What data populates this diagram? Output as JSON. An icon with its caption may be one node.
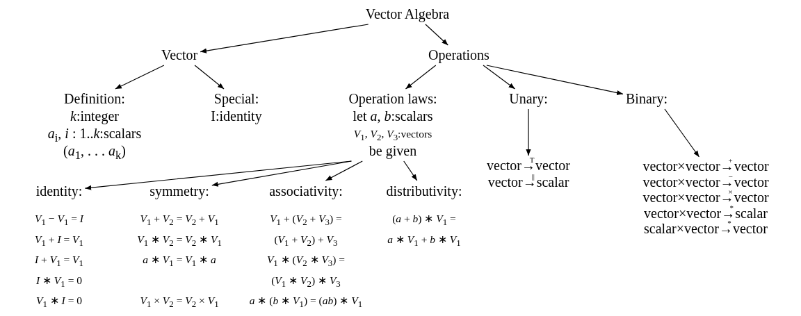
{
  "diagram": {
    "nodes": [
      {
        "text": [
          "Vector Algebra"
        ]
      },
      {
        "text": [
          "Vector"
        ]
      },
      {
        "text": [
          "Operations"
        ]
      },
      {
        "text": [
          "Definition:",
          "*k*:integer",
          "*a*$_{i}$, *i* : 1..*k*:scalars",
          "(*a*$_{1}$, . . . *a*$_{k}$)"
        ]
      },
      {
        "text": [
          "Special:",
          "I:identity"
        ]
      },
      {
        "text": [
          "Operation laws:",
          "let *a*, *b*:scalars",
          "*V*$_{1}$, *V*$_{2}$, *V*$_{3}$:vectors",
          "be given"
        ]
      },
      {
        "text": [
          "Unary:"
        ]
      },
      {
        "text": [
          "Binary:"
        ]
      },
      {
        "text": [
          "vector→$^{T}$vector",
          "vector→$^{||}$scalar"
        ]
      },
      {
        "text": [
          "vector×vector→$^{+}$vector",
          "vector×vector→$^{−}$vector",
          "vector×vector→$^{×}$vector",
          "vector×vector→$^{*}$scalar",
          "scalar×vector→$^{*}$vector"
        ]
      },
      {
        "text": [
          "identity:",
          "*V*$_{1}$ − *V*$_{1}$ = *I*",
          "*V*$_{1}$ + *I* = *V*$_{1}$",
          "*I* + *V*$_{1}$ = *V*$_{1}$",
          "*I* ∗ *V*$_{1}$ = 0",
          "*V*$_{1}$ ∗ *I* = 0"
        ]
      },
      {
        "text": [
          "symmetry:",
          "*V*$_{1}$ + *V*$_{2}$ = *V*$_{2}$ + *V*$_{1}$",
          "*V*$_{1}$ ∗ *V*$_{2}$ = *V*$_{2}$ ∗ *V*$_{1}$",
          "*a* ∗ *V*$_{1}$ = *V*$_{1}$ ∗ *a*",
          "*V*$_{1}$ × *V*$_{2}$ = *V*$_{2}$ × *V*$_{1}$"
        ]
      },
      {
        "text": [
          "associativity:",
          "*V*$_{1}$ + (*V*$_{2}$ + *V*$_{3}$) =",
          "(*V*$_{1}$ + *V*$_{2}$) + *V*$_{3}$",
          "*V*$_{1}$ ∗ (*V*$_{2}$ ∗ *V*$_{3}$) =",
          "(*V*$_{1}$ ∗ *V*$_{2}$) ∗ *V*$_{3}$",
          "*a* ∗ (*b* ∗ *V*$_{1}$) = (*ab*) ∗ *V*$_{1}$"
        ]
      },
      {
        "text": [
          "distributivity:",
          "(*a* + *b*) ∗ *V*$_{1}$ =",
          "*a* ∗ *V*$_{1}$ + *b* ∗ *V*$_{1}$"
        ]
      }
    ],
    "edges": [
      {
        "from": 0,
        "to": 1,
        "arrow": "to"
      },
      {
        "from": 0,
        "to": 2,
        "arrow": "to"
      },
      {
        "from": 1,
        "to": 3,
        "arrow": "to"
      },
      {
        "from": 1,
        "to": 4,
        "arrow": "to"
      },
      {
        "from": 2,
        "to": 5,
        "arrow": "to"
      },
      {
        "from": 2,
        "to": 6,
        "arrow": "to"
      },
      {
        "from": 2,
        "to": 7,
        "arrow": "to"
      },
      {
        "from": 6,
        "to": 8,
        "arrow": "to"
      },
      {
        "from": 7,
        "to": 9,
        "arrow": "to"
      },
      {
        "from": 5,
        "to": 10,
        "arrow": "to"
      },
      {
        "from": 5,
        "to": 11,
        "arrow": "to"
      },
      {
        "from": 5,
        "to": 12,
        "arrow": "to"
      },
      {
        "from": 5,
        "to": 13,
        "arrow": "to"
      }
    ]
  }
}
